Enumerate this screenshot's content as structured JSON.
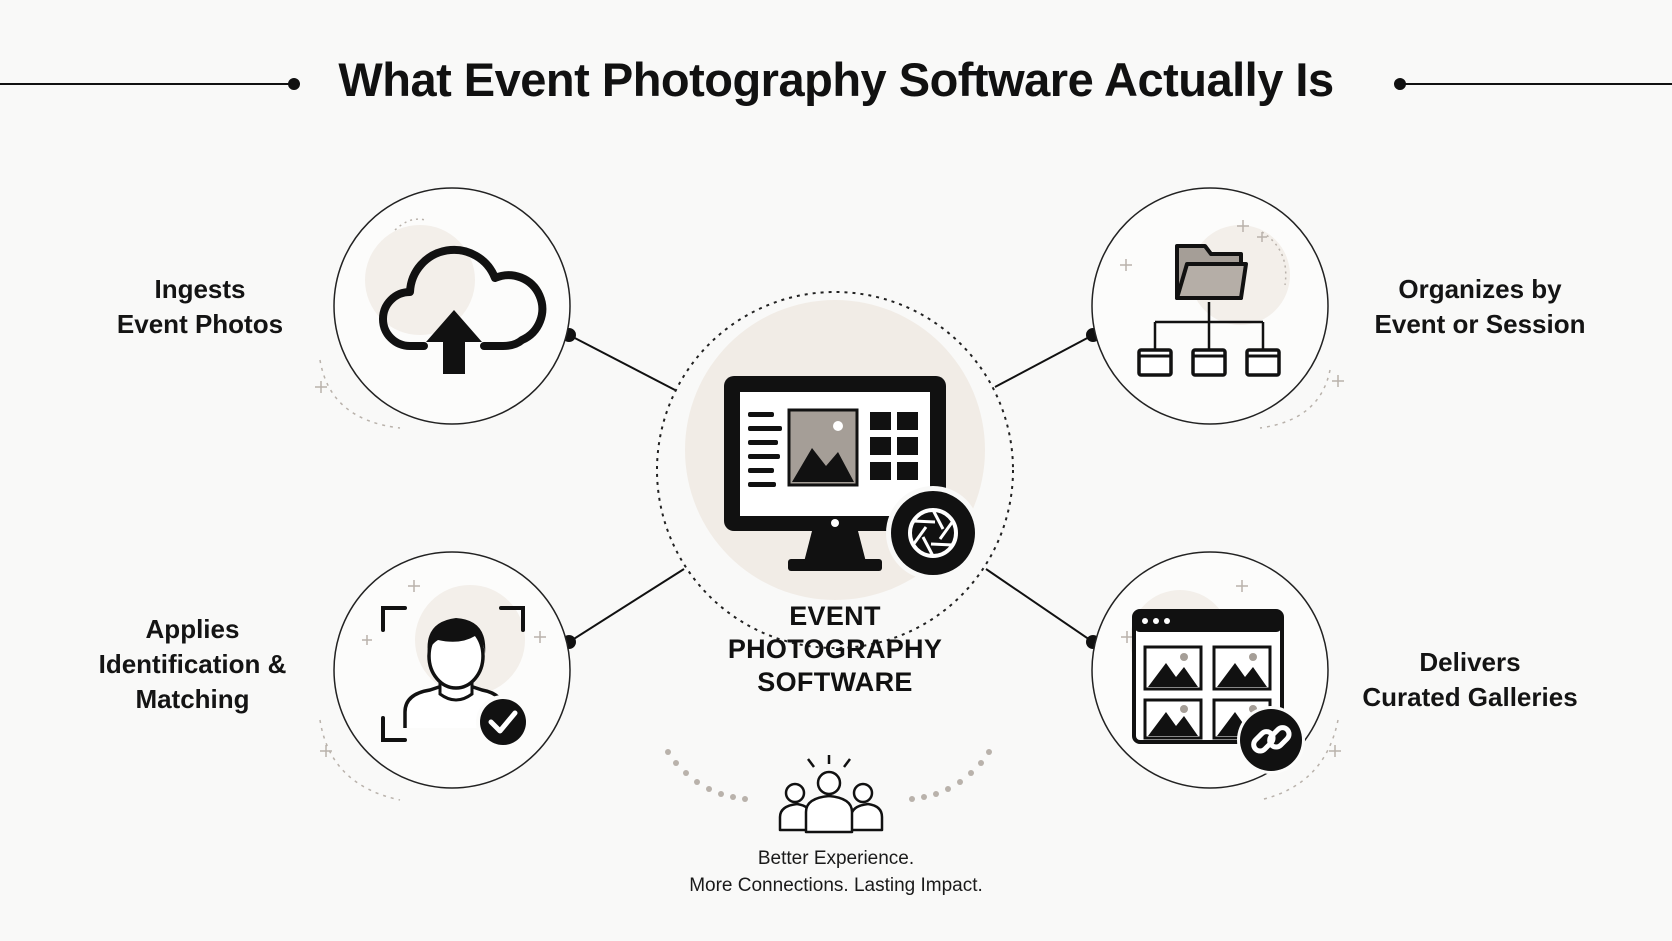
{
  "title": "What Event Photography Software Actually Is",
  "center": {
    "lines": [
      "EVENT",
      "PHOTOGRAPHY",
      "SOFTWARE"
    ],
    "icon": "monitor-with-camera-aperture-icon"
  },
  "features": [
    {
      "lines": [
        "Ingests",
        "Event Photos"
      ],
      "icon": "cloud-upload-icon"
    },
    {
      "lines": [
        "Organizes by",
        "Event or Session"
      ],
      "icon": "folder-hierarchy-icon"
    },
    {
      "lines": [
        "Applies",
        "Identification &",
        "Matching"
      ],
      "icon": "face-recognition-check-icon"
    },
    {
      "lines": [
        "Delivers",
        "Curated Galleries"
      ],
      "icon": "gallery-link-icon"
    }
  ],
  "footer": {
    "icon": "people-group-icon",
    "lines": [
      "Better Experience.",
      "More Connections. Lasting Impact."
    ]
  },
  "colors": {
    "background": "#f9f9f8",
    "ink": "#111111",
    "accent_fill": "#f1ece6",
    "photo_fill": "#a59e97"
  }
}
